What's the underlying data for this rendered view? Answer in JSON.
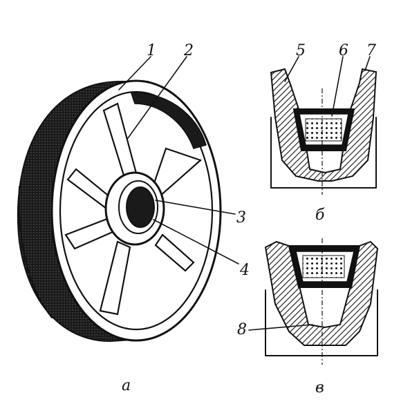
{
  "callouts": {
    "c1": "1",
    "c2": "2",
    "c3": "3",
    "c4": "4",
    "c5": "5",
    "c6": "6",
    "c7": "7",
    "c8": "8"
  },
  "captions": {
    "a": "а",
    "b": "б",
    "v": "в"
  },
  "colors": {
    "ink": "#111111",
    "paper": "#ffffff",
    "shadow": "#1a1a1a"
  }
}
